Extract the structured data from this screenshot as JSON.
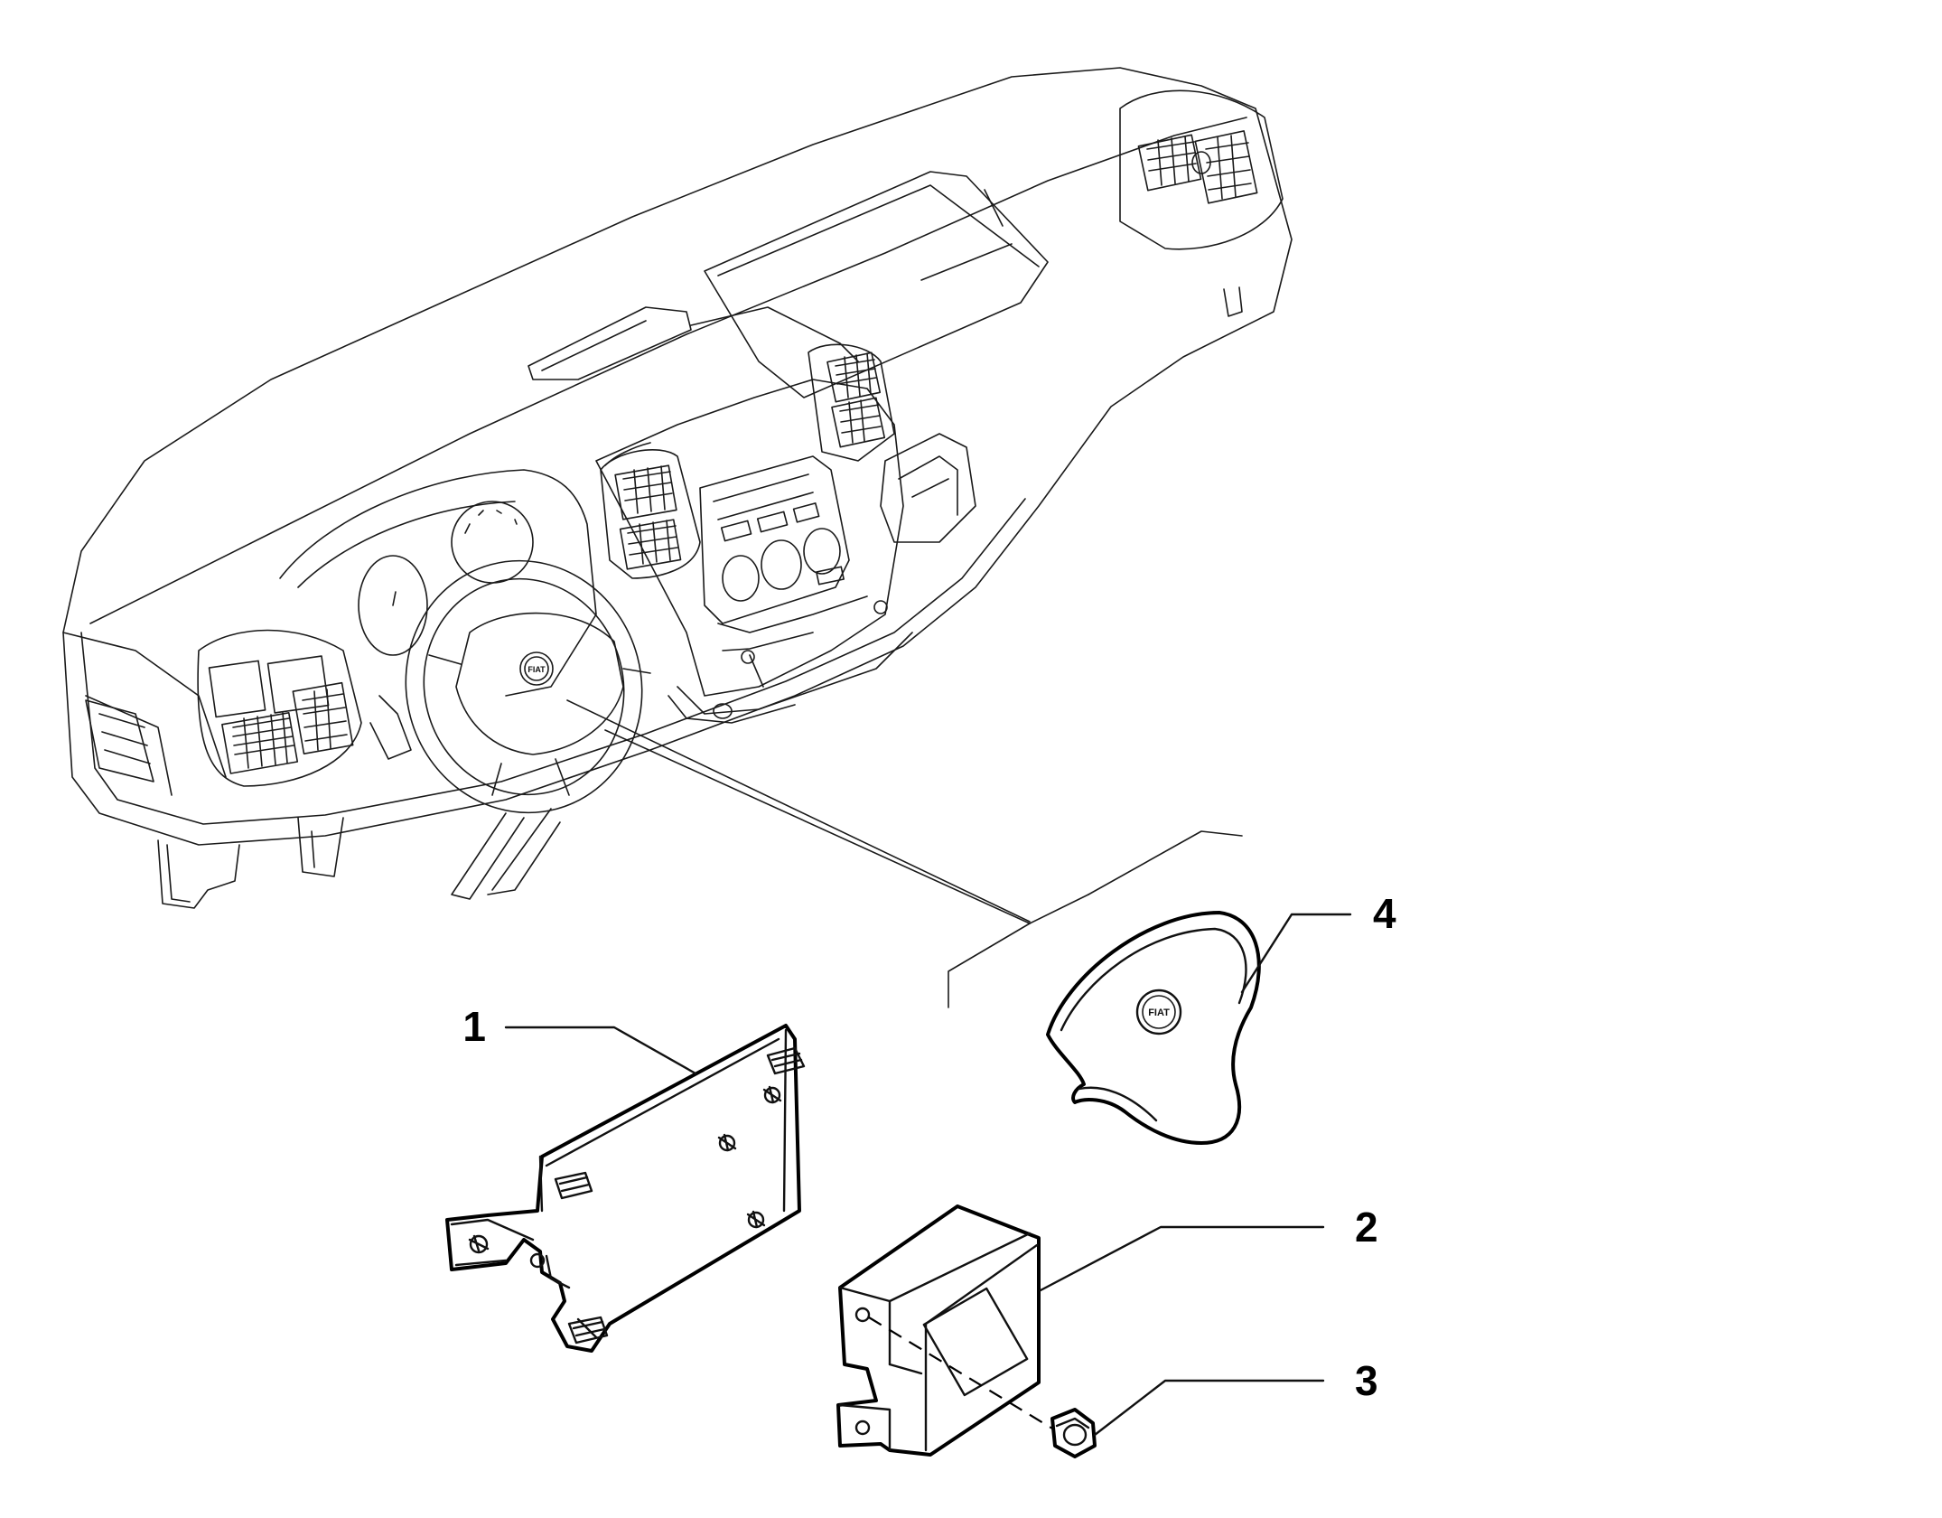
{
  "diagram": {
    "callouts": [
      {
        "id": "1",
        "label": "1"
      },
      {
        "id": "2",
        "label": "2"
      },
      {
        "id": "3",
        "label": "3"
      },
      {
        "id": "4",
        "label": "4"
      }
    ],
    "badge_text": "FIAT"
  }
}
